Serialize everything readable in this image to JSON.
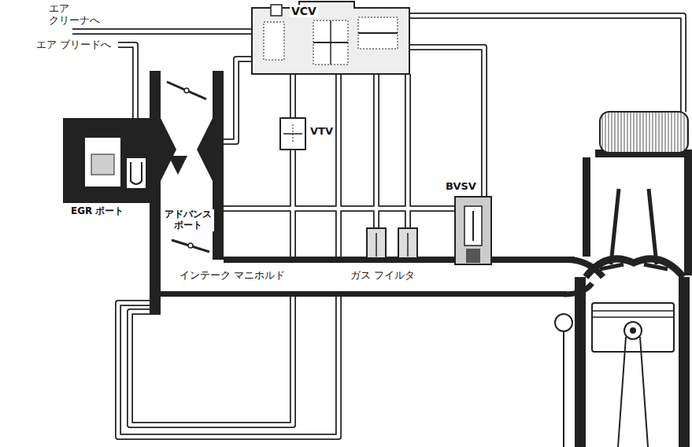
{
  "diagram": {
    "labels": [
      "エア クリーナへ",
      "エア ブリードへ",
      "VCV",
      "VTV",
      "EGR ポート",
      "アドバンス ポート",
      "BVSV",
      "インテーク マニホルド",
      "ガス フイルタ"
    ]
  }
}
